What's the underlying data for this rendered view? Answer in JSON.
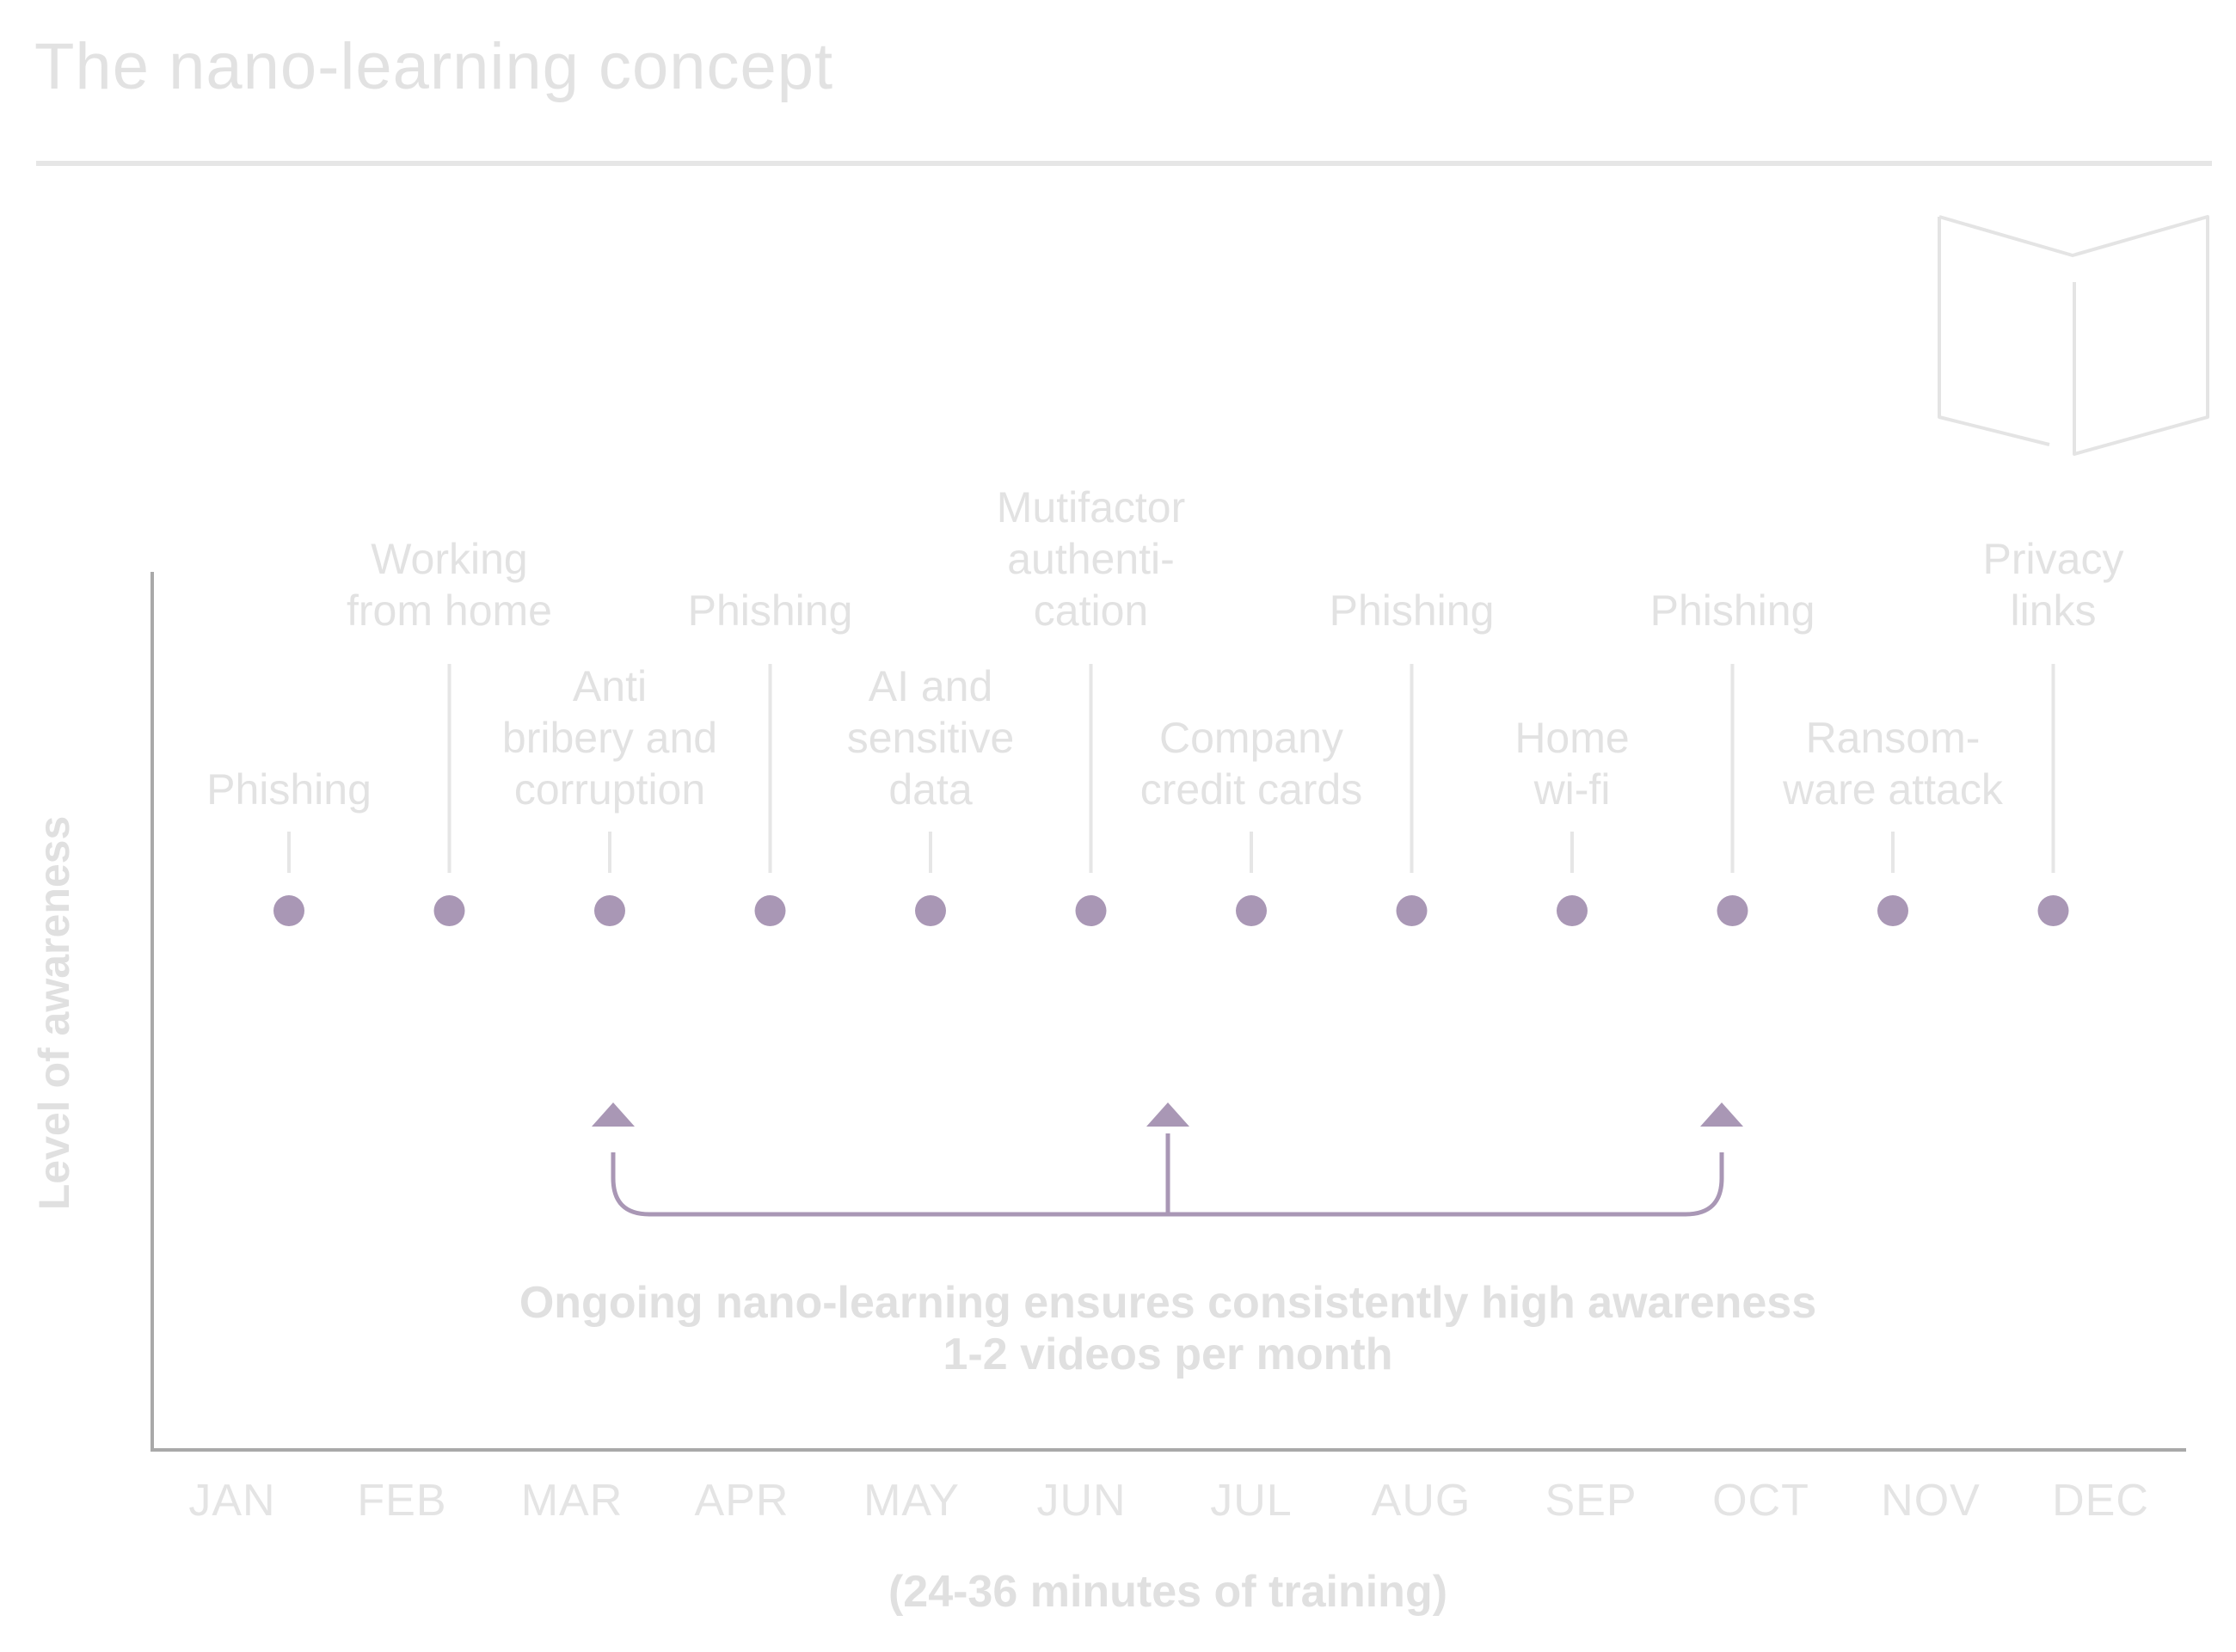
{
  "title": "The nano-learning concept",
  "colors": {
    "accent": "#a997b5",
    "text_light": "#e2e2e2",
    "axis": "#a9a9a9",
    "rule": "#e6e6e6"
  },
  "icons": [
    "open-book-icon"
  ],
  "y_axis_label": "Level of awareness",
  "x_axis_caption": "(24-36 minutes of training)",
  "months": [
    "JAN",
    "FEB",
    "MAR",
    "APR",
    "MAY",
    "JUN",
    "JUL",
    "AUG",
    "SEP",
    "OCT",
    "NOV",
    "DEC"
  ],
  "topics": [
    {
      "lines": [
        "Phishing"
      ]
    },
    {
      "lines": [
        "Working",
        "from home"
      ]
    },
    {
      "lines": [
        "Anti",
        "bribery and",
        "corruption"
      ]
    },
    {
      "lines": [
        "Phishing"
      ]
    },
    {
      "lines": [
        "AI and",
        "sensitive",
        "data"
      ]
    },
    {
      "lines": [
        "Mutifactor",
        "authenti-",
        "cation"
      ]
    },
    {
      "lines": [
        "Company",
        "credit cards"
      ]
    },
    {
      "lines": [
        "Phishing"
      ]
    },
    {
      "lines": [
        "Home",
        "wi-fi"
      ]
    },
    {
      "lines": [
        "Phishing"
      ]
    },
    {
      "lines": [
        "Ransom-",
        "ware attack"
      ]
    },
    {
      "lines": [
        "Privacy",
        "links"
      ]
    }
  ],
  "caption": {
    "line1": "Ongoing nano-learning ensures consistently high awareness",
    "line2": "1-2 videos per month"
  }
}
